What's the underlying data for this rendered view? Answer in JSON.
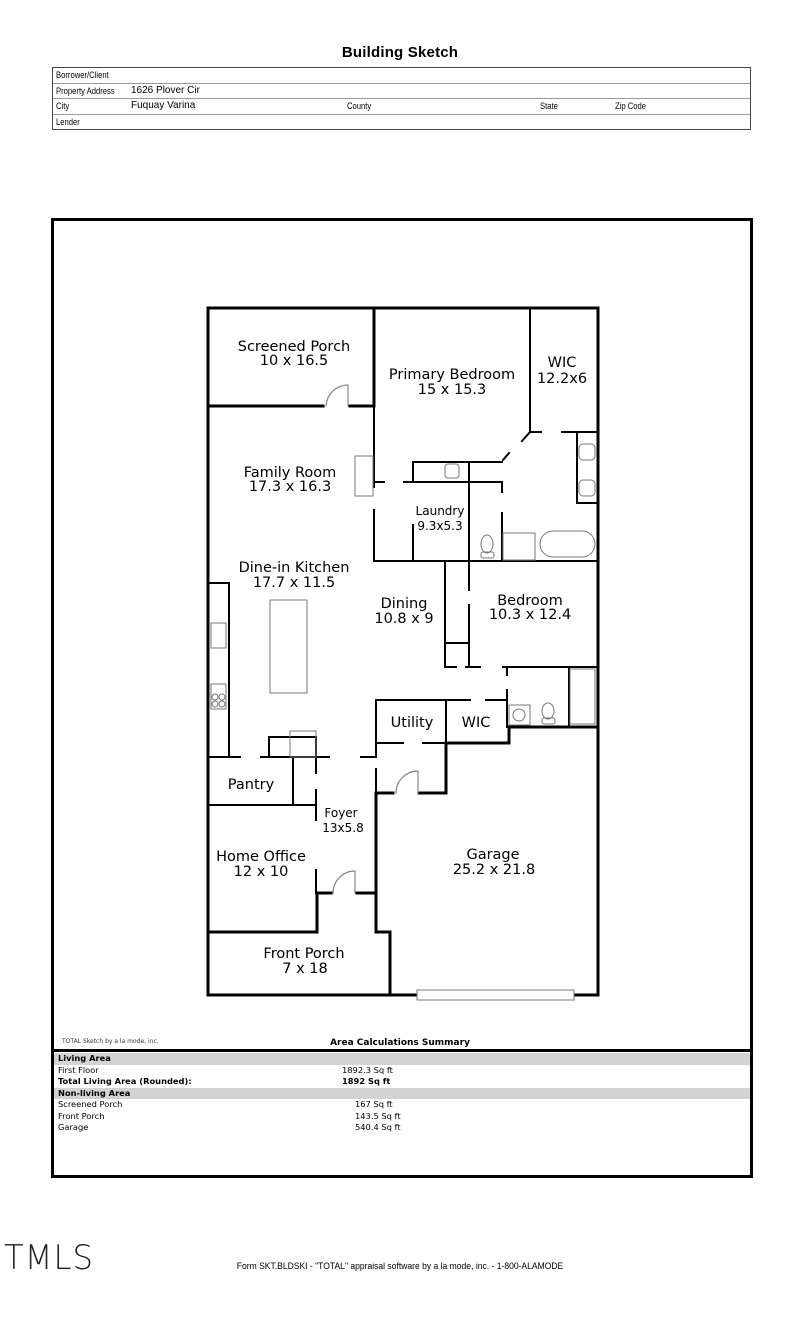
{
  "header": {
    "title": "Building Sketch"
  },
  "info": {
    "borrower_label": "Borrower/Client",
    "borrower_value": "",
    "address_label": "Property Address",
    "address_value": "1626 Plover Cir",
    "city_label": "City",
    "city_value": "Fuquay Varina",
    "county_label": "County",
    "state_label": "State",
    "zip_label": "Zip Code",
    "lender_label": "Lender"
  },
  "rooms": {
    "screened_porch": {
      "name": "Screened Porch",
      "dims": "10 x 16.5"
    },
    "primary_bedroom": {
      "name": "Primary Bedroom",
      "dims": "15 x 15.3"
    },
    "wic_primary": {
      "name": "WIC",
      "dims": "12.2x6"
    },
    "family_room": {
      "name": "Family Room",
      "dims": "17.3 x 16.3"
    },
    "laundry": {
      "name": "Laundry",
      "dims": "9.3x5.3"
    },
    "kitchen": {
      "name": "Dine-in Kitchen",
      "dims": "17.7 x 11.5"
    },
    "dining": {
      "name": "Dining",
      "dims": "10.8 x 9"
    },
    "bedroom": {
      "name": "Bedroom",
      "dims": "10.3 x 12.4"
    },
    "utility": {
      "name": "Utility"
    },
    "wic": {
      "name": "WIC"
    },
    "pantry": {
      "name": "Pantry"
    },
    "foyer": {
      "name": "Foyer",
      "dims": "13x5.8"
    },
    "home_office": {
      "name": "Home Office",
      "dims": "12 x 10"
    },
    "garage": {
      "name": "Garage",
      "dims": "25.2 x 21.8"
    },
    "front_porch": {
      "name": "Front Porch",
      "dims": "7 x 18"
    }
  },
  "summary": {
    "credit": "TOTAL Sketch by a la mode, inc.",
    "title": "Area Calculations Summary",
    "living_header": "Living Area",
    "first_floor_label": "First Floor",
    "first_floor_value": "1892.3 Sq ft",
    "total_label": "Total Living Area (Rounded):",
    "total_value": "1892 Sq ft",
    "nonliving_header": "Non-living Area",
    "items": [
      {
        "label": "Screened Porch",
        "value": "167 Sq ft"
      },
      {
        "label": "Front Porch",
        "value": "143.5 Sq ft"
      },
      {
        "label": "Garage",
        "value": "540.4 Sq ft"
      }
    ]
  },
  "footer": {
    "logo": "TMLS",
    "text": "Form SKT.BLDSKI - \"TOTAL\" appraisal software by a la mode, inc. - 1-800-ALAMODE"
  }
}
